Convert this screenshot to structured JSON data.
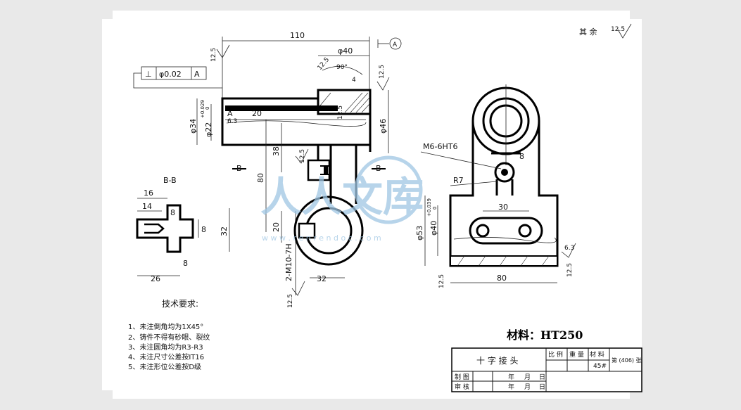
{
  "drawing": {
    "surface_finish_note": {
      "prefix": "其 余",
      "value": "12.5"
    },
    "dims": {
      "d110": "110",
      "d40": "φ40",
      "d12_5_a": "12.5",
      "d12_5_b": "12.5",
      "d12_5_c": "12.5",
      "d12_5_d": "12.5",
      "d12_5_e": "12.5",
      "d12_5_f": "12.5",
      "d12_5_g": "12.5",
      "d12_5_h": "12.5",
      "d90": "90°",
      "d4": "4",
      "d46": "φ46",
      "d34": "φ34",
      "d22": "φ22",
      "d22_tol": "+0.029",
      "d22_tol0": "0",
      "d20_top": "20",
      "d6_3_a": "6.3",
      "d6_3_b": "6.3",
      "d38": "38",
      "d80_v": "80",
      "d20_v": "20",
      "d32_h": "32",
      "thread": "2-M10-7H",
      "dB_left": "B",
      "dB_right": "B",
      "d16": "16",
      "d14": "14",
      "d8_a": "8",
      "d8_b": "8",
      "d8_c": "8",
      "d32_v": "32",
      "d26": "26",
      "m6": "M6-6HT6",
      "d8_r": "8",
      "r7": "R7",
      "d30": "30",
      "d53": "φ53",
      "d40_tol": "+0.039",
      "d40_tol0": "0",
      "d80_h": "80"
    },
    "tolerance_frame": {
      "symbol": "⊥",
      "value": "φ0.02",
      "datum": "A"
    },
    "datum_label": "A",
    "datum_A_top": "A",
    "section_title": "B-B"
  },
  "requirements": {
    "title": "技术要求:",
    "items": [
      "1、未注倒角均为1X45°",
      "2、铸件不得有砂眼、裂纹",
      "3、未注圆角均为R3-R3",
      "4、未注尺寸公差按IT16",
      "5、未注形位公差按D级"
    ]
  },
  "material": "材料：HT250",
  "title_block": {
    "part_name": "十 字 接 头",
    "col_ratio": "比 例",
    "col_weight": "重 量",
    "col_material": "材 料",
    "material_value": "45#",
    "sheet_label": "第 (406) 张",
    "drawn_by": "制 图",
    "checked_by": "审 核",
    "year": "年",
    "month": "月",
    "day": "日",
    "year2": "年",
    "month2": "月",
    "day2": "日"
  },
  "watermark": {
    "text": "人人文库",
    "url_text": "w w w . r e n r e n d o c . c o m"
  },
  "colors": {
    "ink": "#111111",
    "watermark": "#9fc6e3",
    "background": "#e9e9e9",
    "sheet": "#ffffff"
  }
}
